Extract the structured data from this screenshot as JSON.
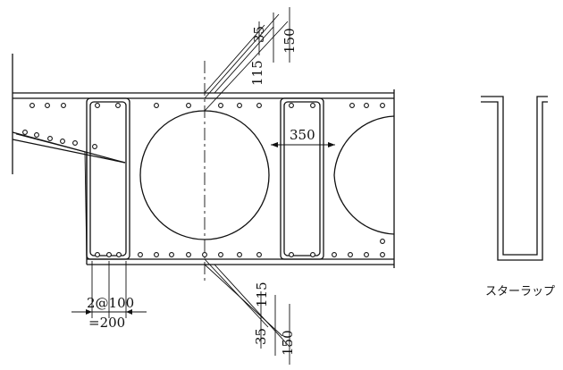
{
  "drawing": {
    "dimensions": {
      "top_cover": "35",
      "top_total": "150",
      "top_edge": "115",
      "void_spacing": "350",
      "stirrup_pitch": "2@100",
      "stirrup_total": "=200",
      "bottom_edge": "115",
      "bottom_cover": "35",
      "bottom_total": "150"
    },
    "stirrup_caption": "スターラップ"
  }
}
